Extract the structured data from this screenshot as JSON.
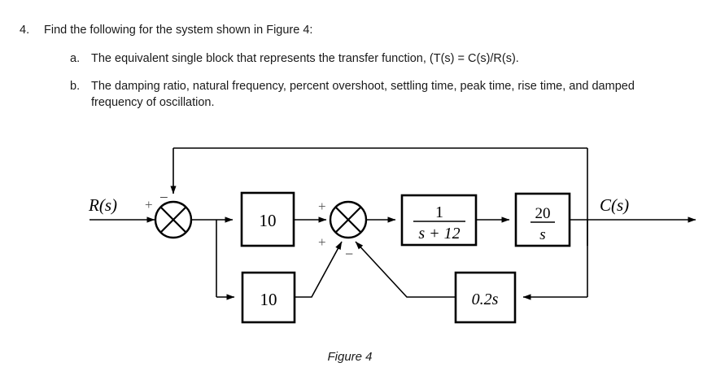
{
  "question": {
    "number": "4.",
    "stem": "Find the following for the system shown in Figure 4:",
    "parts": [
      {
        "letter": "a.",
        "text": "The equivalent single block that represents the transfer function, (T(s) = C(s)/R(s)."
      },
      {
        "letter": "b.",
        "text": "The damping ratio, natural frequency, percent overshoot, settling time, peak time, rise time, and damped frequency of oscillation."
      }
    ]
  },
  "figure": {
    "caption": "Figure 4",
    "input_label": "R(s)",
    "output_label": "C(s)",
    "summers": [
      {
        "name": "summer-1",
        "signs": {
          "input": "+",
          "feedback": "−"
        }
      },
      {
        "name": "summer-2",
        "signs": {
          "forward": "+",
          "lower_left": "+",
          "lower_right": "−"
        }
      }
    ],
    "blocks": [
      {
        "name": "forward-gain-10",
        "label": "10"
      },
      {
        "name": "inner-feedback-gain-10",
        "label": "10"
      },
      {
        "name": "first-order-lag",
        "numerator": "1",
        "denominator": "s + 12"
      },
      {
        "name": "integrator-gain",
        "numerator": "20",
        "denominator": "s"
      },
      {
        "name": "rate-feedback",
        "label": "0.2s"
      }
    ],
    "colors": {
      "line": "#000000",
      "background": "#ffffff",
      "text": "#1a1a1a",
      "sign_text": "#555555"
    }
  }
}
